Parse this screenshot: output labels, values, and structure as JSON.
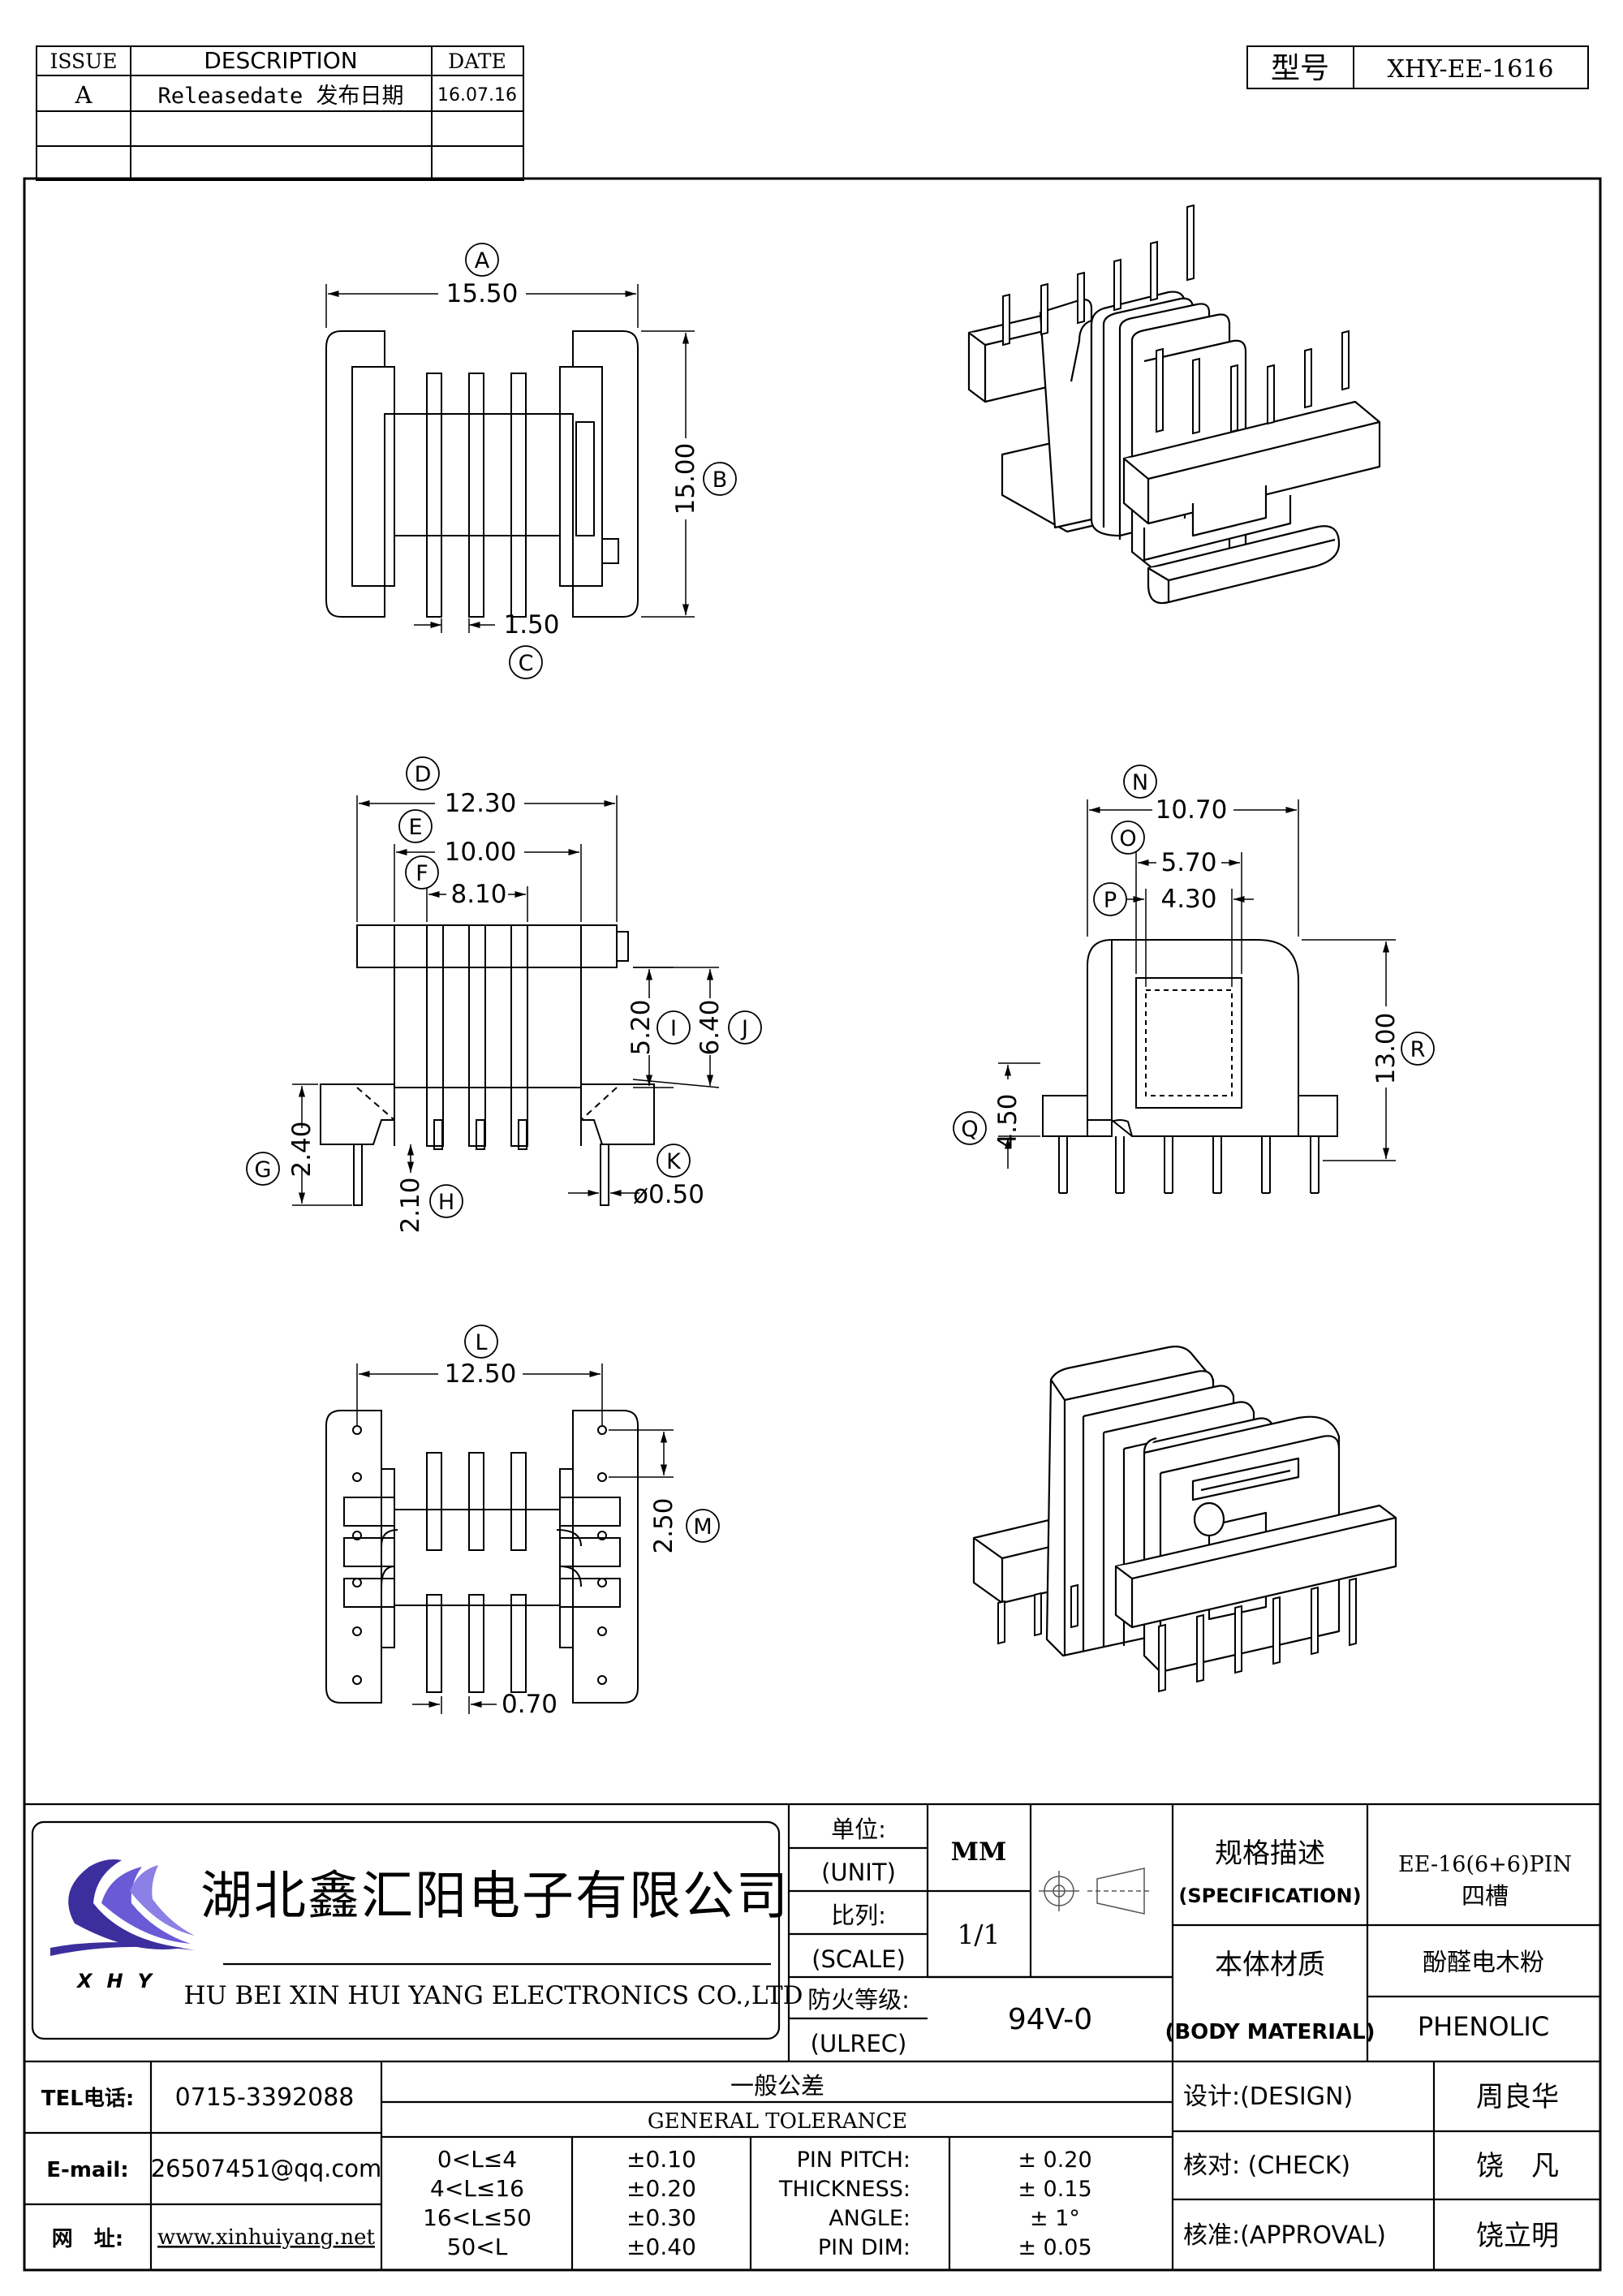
{
  "revision_table": {
    "headers": [
      "ISSUE",
      "DESCRIPTION",
      "DATE"
    ],
    "rows": [
      {
        "issue": "A",
        "description": "Releasedate 发布日期",
        "date": "16.07.16"
      }
    ]
  },
  "model_box": {
    "label": "型号",
    "value": "XHY-EE-1616"
  },
  "dimensions": {
    "A": "15.50",
    "B": "15.00",
    "C": "1.50",
    "D": "12.30",
    "E": "10.00",
    "F": "8.10",
    "G": "2.40",
    "H": "2.10",
    "I": "5.20",
    "J": "6.40",
    "K": "ø0.50",
    "N": "10.70",
    "O": "5.70",
    "P": "4.30",
    "Q": "4.50",
    "R": "13.00",
    "L": "12.50",
    "M": "2.50",
    "bottom_pin": "0.70"
  },
  "dimension_letters": [
    "A",
    "B",
    "C",
    "D",
    "E",
    "F",
    "G",
    "H",
    "I",
    "J",
    "K",
    "L",
    "M",
    "N",
    "O",
    "P",
    "Q",
    "R"
  ],
  "title_block": {
    "company_cn": "湖北鑫汇阳电子有限公司",
    "company_en": "HU BEI XIN HUI YANG ELECTRONICS CO.,LTD",
    "logo_text": "XHY",
    "unit_label_cn": "单位:",
    "unit_label_en": "(UNIT)",
    "unit_value": "MM",
    "scale_label_cn": "比列:",
    "scale_label_en": "(SCALE)",
    "scale_value": "1/1",
    "fire_label_cn": "防火等级:",
    "fire_label_en": "(ULREC)",
    "fire_value": "94V-0",
    "spec_label_cn": "规格描述",
    "spec_label_en": "(SPECIFICATION)",
    "spec_value_1": "EE-16(6+6)PIN",
    "spec_value_2": "四槽",
    "material_label_cn": "本体材质",
    "material_label_en": "(BODY MATERIAL)",
    "material_value_cn": "酚醛电木粉",
    "material_value_en": "PHENOLIC",
    "tel_label": "TEL电话:",
    "tel_value": "0715-3392088",
    "email_label": "E-mail:",
    "email_value": "26507451@qq.com",
    "web_label": "网　址:",
    "web_value": "www.xinhuiyang.net",
    "tolerance_cn": "一般公差",
    "tolerance_en": "GENERAL TOLERANCE",
    "tolerance_ranges": [
      "0<L≤4",
      "4<L≤16",
      "16<L≤50",
      "50<L"
    ],
    "tolerance_values": [
      "±0.10",
      "±0.20",
      "±0.30",
      "±0.40"
    ],
    "tolerance_items": [
      "PIN PITCH:",
      "THICKNESS:",
      "ANGLE:",
      "PIN DIM:"
    ],
    "tolerance_item_values": [
      "± 0.20",
      "± 0.15",
      "± 1°",
      "± 0.05"
    ],
    "design_label": "设计:(DESIGN)",
    "design_value": "周良华",
    "check_label": "核对: (CHECK)",
    "check_value": "饶　凡",
    "approval_label": "核准:(APPROVAL)",
    "approval_value": "饶立明"
  },
  "icons": {
    "projection": "first-angle-projection-icon",
    "logo": "xhy-logo-icon"
  }
}
